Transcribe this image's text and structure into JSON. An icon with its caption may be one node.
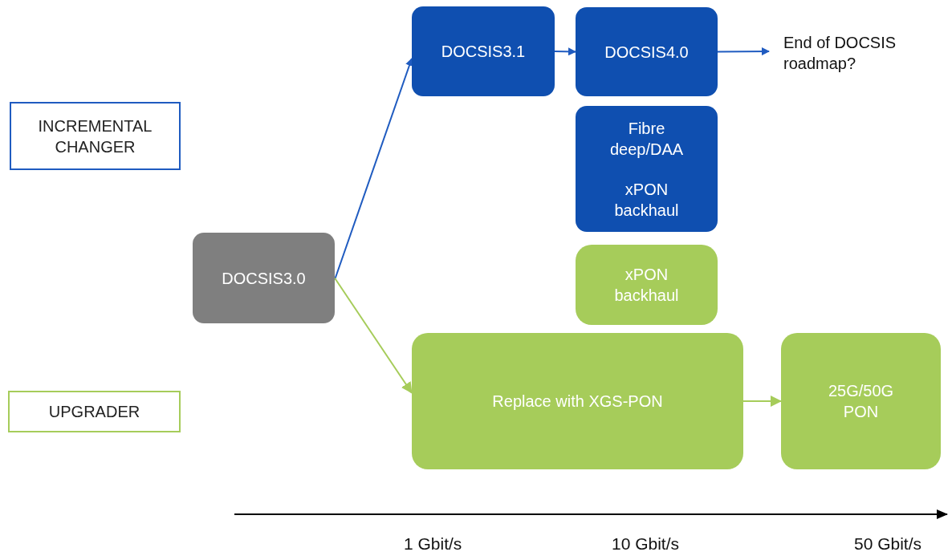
{
  "diagram": {
    "nodes": [
      {
        "text": [
          "INCREMENTAL CHANGER"
        ]
      },
      {
        "text": [
          "UPGRADER"
        ]
      },
      {
        "text": [
          "DOCSIS3.0"
        ]
      },
      {
        "text": [
          "DOCSIS3.1"
        ]
      },
      {
        "text": [
          "DOCSIS4.0"
        ]
      },
      {
        "text": [
          "End of DOCSIS roadmap?"
        ]
      },
      {
        "text": [
          "Fibre deep/DAA",
          "xPON backhaul"
        ]
      },
      {
        "text": [
          "xPON backhaul"
        ]
      },
      {
        "text": [
          "Replace with XGS-PON"
        ]
      },
      {
        "text": [
          "25G/50G PON"
        ]
      }
    ],
    "edges": [
      {
        "from": 2,
        "to": 3,
        "arrow": "to"
      },
      {
        "from": 3,
        "to": 4,
        "arrow": "to"
      },
      {
        "from": 4,
        "to": 5,
        "arrow": "to"
      },
      {
        "from": 2,
        "to": 8,
        "arrow": "to",
        "color": "#a6cc5a"
      },
      {
        "from": 8,
        "to": 9,
        "arrow": "to",
        "color": "#a6cc5a"
      }
    ],
    "labels": [
      "1 Gbit/s",
      "10 Gbit/s",
      "50 Gbit/s"
    ]
  }
}
